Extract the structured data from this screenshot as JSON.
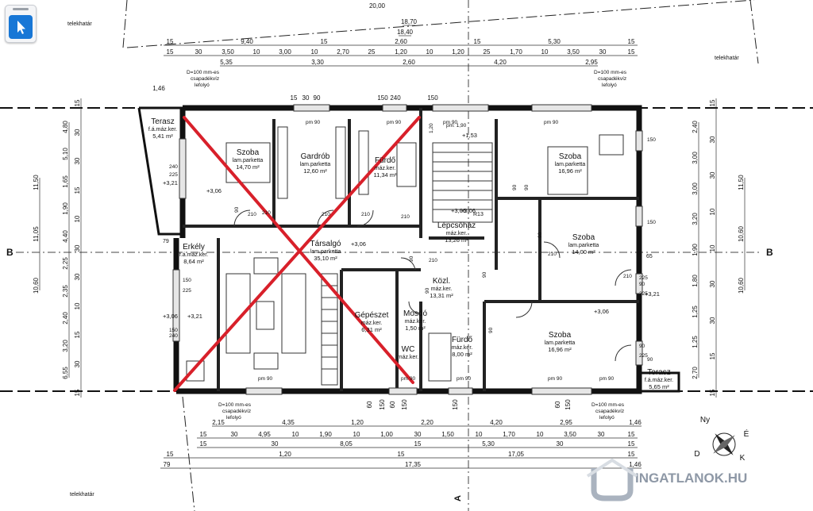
{
  "toolbar": {
    "pointer_tool": "pointer-arrow-icon"
  },
  "colors": {
    "wall": "#1a1a1a",
    "cross": "#d8202a",
    "window": "#e6e6e6",
    "watermark": "#8e98a6"
  },
  "boundary": {
    "label": "telekhatár"
  },
  "dimensions": {
    "top_overall": "20,00",
    "top_row1": [
      "18,70"
    ],
    "top_row2": [
      "18,40"
    ],
    "top_row3": [
      "15",
      "9,40",
      "15",
      "2,60",
      "15",
      "5,30",
      "15"
    ],
    "top_row4": [
      "15",
      "30",
      "3,50",
      "10",
      "3,00",
      "10",
      "2,70",
      "25",
      "1,20",
      "10",
      "1,20",
      "25",
      "1,70",
      "10",
      "3,50",
      "30",
      "15"
    ],
    "top_row5": [
      "5,35",
      "3,30",
      "2,60",
      "4,20",
      "2,95"
    ],
    "top_misc": [
      "1,46",
      "15",
      "30",
      "90",
      "150",
      "240",
      "150"
    ],
    "bottom_row1": [
      "2,15",
      "4,35",
      "1,20",
      "2,20",
      "4,20",
      "2,95",
      "1,46"
    ],
    "bottom_row2": [
      "15",
      "30",
      "4,95",
      "10",
      "1,90",
      "10",
      "1,00",
      "30",
      "1,50",
      "10",
      "1,70",
      "10",
      "3,50",
      "30",
      "15"
    ],
    "bottom_row3": [
      "15",
      "30",
      "8,05",
      "15",
      "5,30",
      "30",
      "15"
    ],
    "bottom_row4": [
      "15",
      "1,20",
      "15",
      "17,05",
      "15"
    ],
    "bottom_row5": [
      "79",
      "17,35",
      "1,46"
    ],
    "bottom_misc": [
      "60",
      "150",
      "60",
      "150",
      "150",
      "60",
      "150"
    ],
    "left_outer": [
      "11,50",
      "11,05",
      "10,60"
    ],
    "left_inner": [
      "4,80",
      "5,10",
      "1,65",
      "1,90",
      "4,40",
      "2,25",
      "2,35",
      "2,40",
      "3,20",
      "6,55"
    ],
    "left_small": [
      "15",
      "30",
      "30",
      "15",
      "10",
      "30",
      "30",
      "10",
      "15",
      "30",
      "15"
    ],
    "right_outer": [
      "11,50",
      "10,60",
      "10,60"
    ],
    "right_inner": [
      "2,40",
      "3,00",
      "3,00",
      "3,20",
      "1,90",
      "1,80",
      "1,25",
      "1,25",
      "2,70"
    ],
    "right_small": [
      "15",
      "30",
      "30",
      "10",
      "10",
      "30",
      "30",
      "15",
      "15"
    ]
  },
  "rooms": [
    {
      "name": "Terasz",
      "floor": "f.á.máz.ker.",
      "area": "5,41 m²"
    },
    {
      "name": "Szoba",
      "floor": "lam.parketta",
      "area": "14,70 m²"
    },
    {
      "name": "Gardrób",
      "floor": "lam.parketta",
      "area": "12,60 m²"
    },
    {
      "name": "Fürdő",
      "floor": "máz.ker.",
      "area": "11,34 m²"
    },
    {
      "name": "Lépcsőház",
      "floor": "máz.ker.",
      "area": "13,26 m²"
    },
    {
      "name": "Szoba",
      "floor": "lam.parketta",
      "area": "16,96 m²"
    },
    {
      "name": "Szoba",
      "floor": "lam.parketta",
      "area": "14,00 m²"
    },
    {
      "name": "Erkély",
      "floor": "f.á.máz.ker.",
      "area": "8,64 m²"
    },
    {
      "name": "Társalgó",
      "floor": "lam.parketta",
      "area": "35,10 m²"
    },
    {
      "name": "Gépészet",
      "floor": "máz.ker.",
      "area": "6,31 m²"
    },
    {
      "name": "Közl.",
      "floor": "máz.ker.",
      "area": "13,31 m²"
    },
    {
      "name": "Mosdó",
      "floor": "máz.ker.",
      "area": "1,50 m²"
    },
    {
      "name": "WC",
      "floor": "máz.ker.",
      "area": ""
    },
    {
      "name": "Fürdő",
      "floor": "máz.ker.",
      "area": "8,00 m²"
    },
    {
      "name": "Szoba",
      "floor": "lam.parketta",
      "area": "16,96 m²"
    },
    {
      "name": "Terasz",
      "floor": "f.á.máz.ker.",
      "area": "5,65 m²"
    }
  ],
  "levels": [
    "+3,21",
    "+3,06",
    "+3,06",
    "+3,06",
    "+3,06",
    "+3,21",
    "+3,06",
    "+3,21",
    "+1,53",
    "+3,06"
  ],
  "window_tags": [
    "pm 90",
    "pm 90",
    "pm 90",
    "pm 90",
    "pm 90",
    "pm 90",
    "pm 90",
    "pm 90",
    "pm 90"
  ],
  "window_sizes": [
    "240",
    "225",
    "240",
    "150",
    "150",
    "225",
    "90",
    "225",
    "90",
    "150",
    "90",
    "225",
    "150",
    "225"
  ],
  "door_sizes": [
    "210",
    "210",
    "210",
    "210",
    "210",
    "210",
    "210",
    "210",
    "90",
    "90",
    "90",
    "90",
    "90",
    "90",
    "90",
    "90"
  ],
  "stair": {
    "label": "R13",
    "headroom": "pm: 1,90",
    "steps": "1,20"
  },
  "misc_labels": [
    "79",
    "65"
  ],
  "drainage": {
    "note_1": "D=100 mm-es",
    "note_2": "csapadékvíz",
    "note_3": "lefolyó"
  },
  "section": {
    "left": "B",
    "right": "B",
    "bottom": "A"
  },
  "compass": {
    "n": "É",
    "e": "K",
    "s": "D",
    "w": "Ny"
  },
  "watermark": "INGATLANOK.HU"
}
